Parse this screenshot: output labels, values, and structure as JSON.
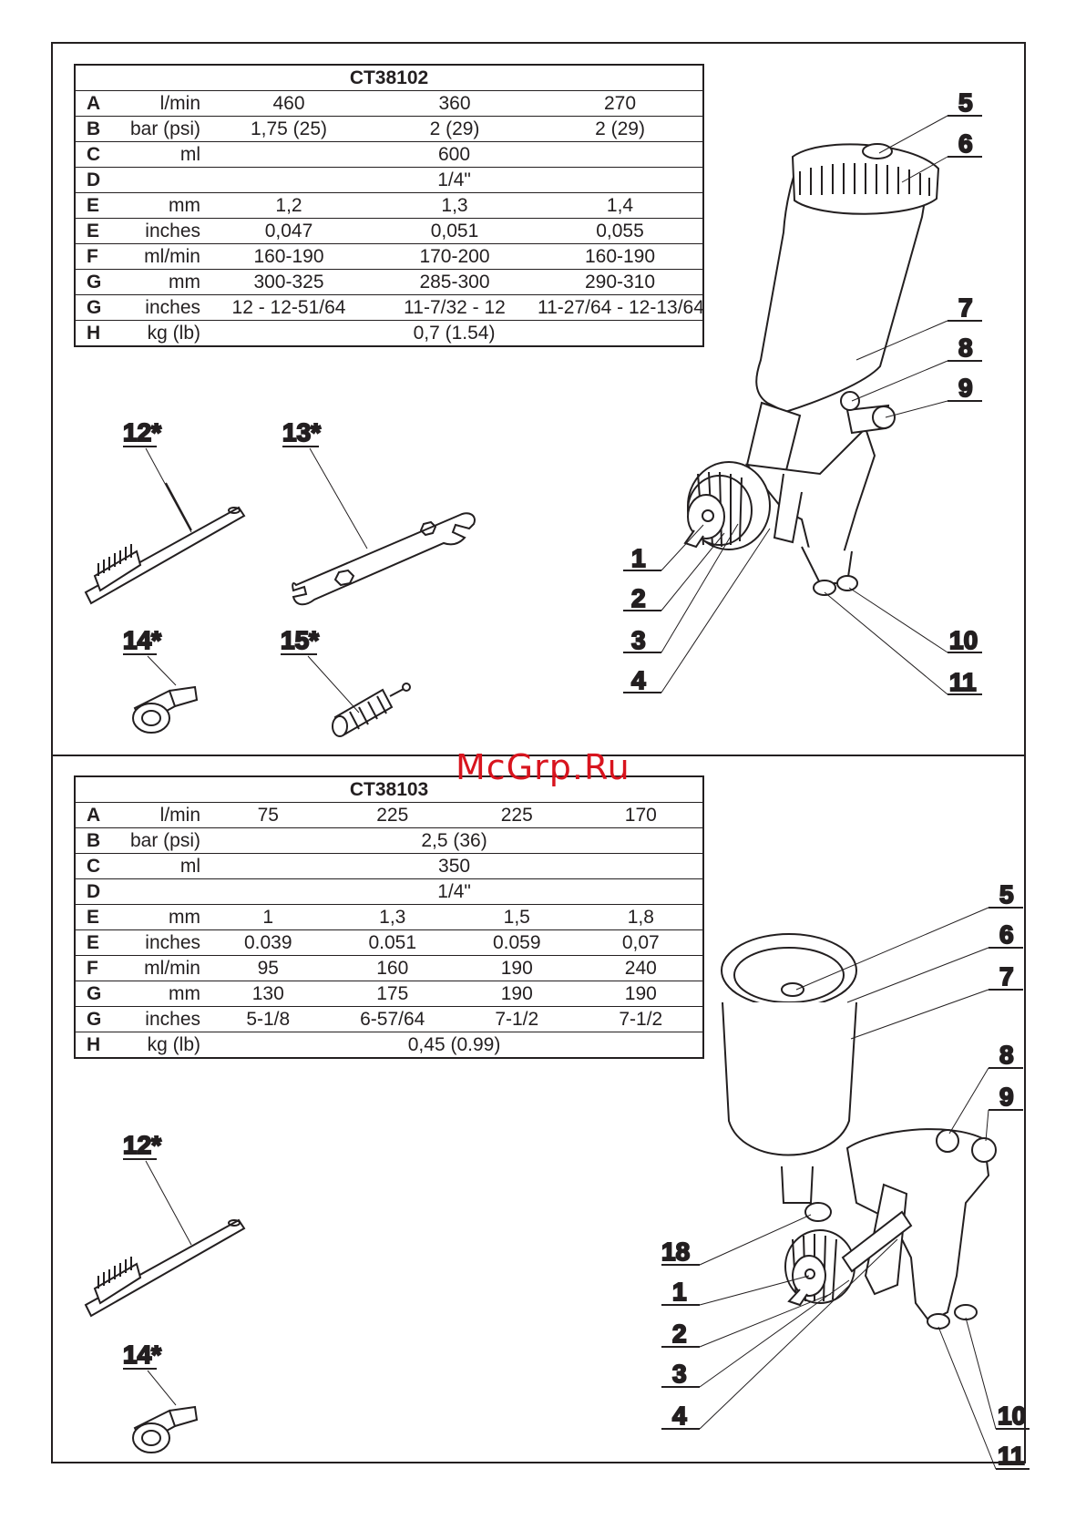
{
  "table1": {
    "title": "CT38102",
    "rows": [
      {
        "letter": "A",
        "unit": "l/min",
        "values": [
          "460",
          "360",
          "270"
        ]
      },
      {
        "letter": "B",
        "unit": "bar (psi)",
        "values": [
          "1,75 (25)",
          "2 (29)",
          "2 (29)"
        ]
      },
      {
        "letter": "C",
        "unit": "ml",
        "values": [
          "600"
        ]
      },
      {
        "letter": "D",
        "unit": "",
        "values": [
          "1/4\""
        ]
      },
      {
        "letter": "E",
        "unit": "mm",
        "values": [
          "1,2",
          "1,3",
          "1,4"
        ]
      },
      {
        "letter": "E",
        "unit": "inches",
        "values": [
          "0,047",
          "0,051",
          "0,055"
        ]
      },
      {
        "letter": "F",
        "unit": "ml/min",
        "values": [
          "160-190",
          "170-200",
          "160-190"
        ]
      },
      {
        "letter": "G",
        "unit": "mm",
        "values": [
          "300-325",
          "285-300",
          "290-310"
        ]
      },
      {
        "letter": "G",
        "unit": "inches",
        "values": [
          "12 - 12-51/64",
          "11-7/32 - 12",
          "11-27/64 - 12-13/64"
        ]
      },
      {
        "letter": "H",
        "unit": "kg (lb)",
        "values": [
          "0,7 (1.54)"
        ]
      }
    ]
  },
  "table2": {
    "title": "CT38103",
    "rows": [
      {
        "letter": "A",
        "unit": "l/min",
        "values": [
          "75",
          "225",
          "225",
          "170"
        ]
      },
      {
        "letter": "B",
        "unit": "bar (psi)",
        "values": [
          "2,5 (36)"
        ]
      },
      {
        "letter": "C",
        "unit": "ml",
        "values": [
          "350"
        ]
      },
      {
        "letter": "D",
        "unit": "",
        "values": [
          "1/4\""
        ]
      },
      {
        "letter": "E",
        "unit": "mm",
        "values": [
          "1",
          "1,3",
          "1,5",
          "1,8"
        ]
      },
      {
        "letter": "E",
        "unit": "inches",
        "values": [
          "0.039",
          "0.051",
          "0.059",
          "0,07"
        ]
      },
      {
        "letter": "F",
        "unit": "ml/min",
        "values": [
          "95",
          "160",
          "190",
          "240"
        ]
      },
      {
        "letter": "G",
        "unit": "mm",
        "values": [
          "130",
          "175",
          "190",
          "190"
        ]
      },
      {
        "letter": "G",
        "unit": "inches",
        "values": [
          "5-1/8",
          "6-57/64",
          "7-1/2",
          "7-1/2"
        ]
      },
      {
        "letter": "H",
        "unit": "kg (lb)",
        "values": [
          "0,45 (0.99)"
        ]
      }
    ]
  },
  "accessories_top": {
    "brush": "12*",
    "wrench": "13*",
    "connector": "14*",
    "filter": "15*"
  },
  "accessories_bottom": {
    "brush": "12*",
    "connector": "14*"
  },
  "gun1_labels": {
    "l1": "1",
    "l2": "2",
    "l3": "3",
    "l4": "4",
    "l5": "5",
    "l6": "6",
    "l7": "7",
    "l8": "8",
    "l9": "9",
    "l10": "10",
    "l11": "11"
  },
  "gun2_labels": {
    "l18": "18",
    "l1": "1",
    "l2": "2",
    "l3": "3",
    "l4": "4",
    "l5": "5",
    "l6": "6",
    "l7": "7",
    "l8": "8",
    "l9": "9",
    "l10": "10",
    "l11": "11"
  },
  "watermark": "McGrp.Ru"
}
